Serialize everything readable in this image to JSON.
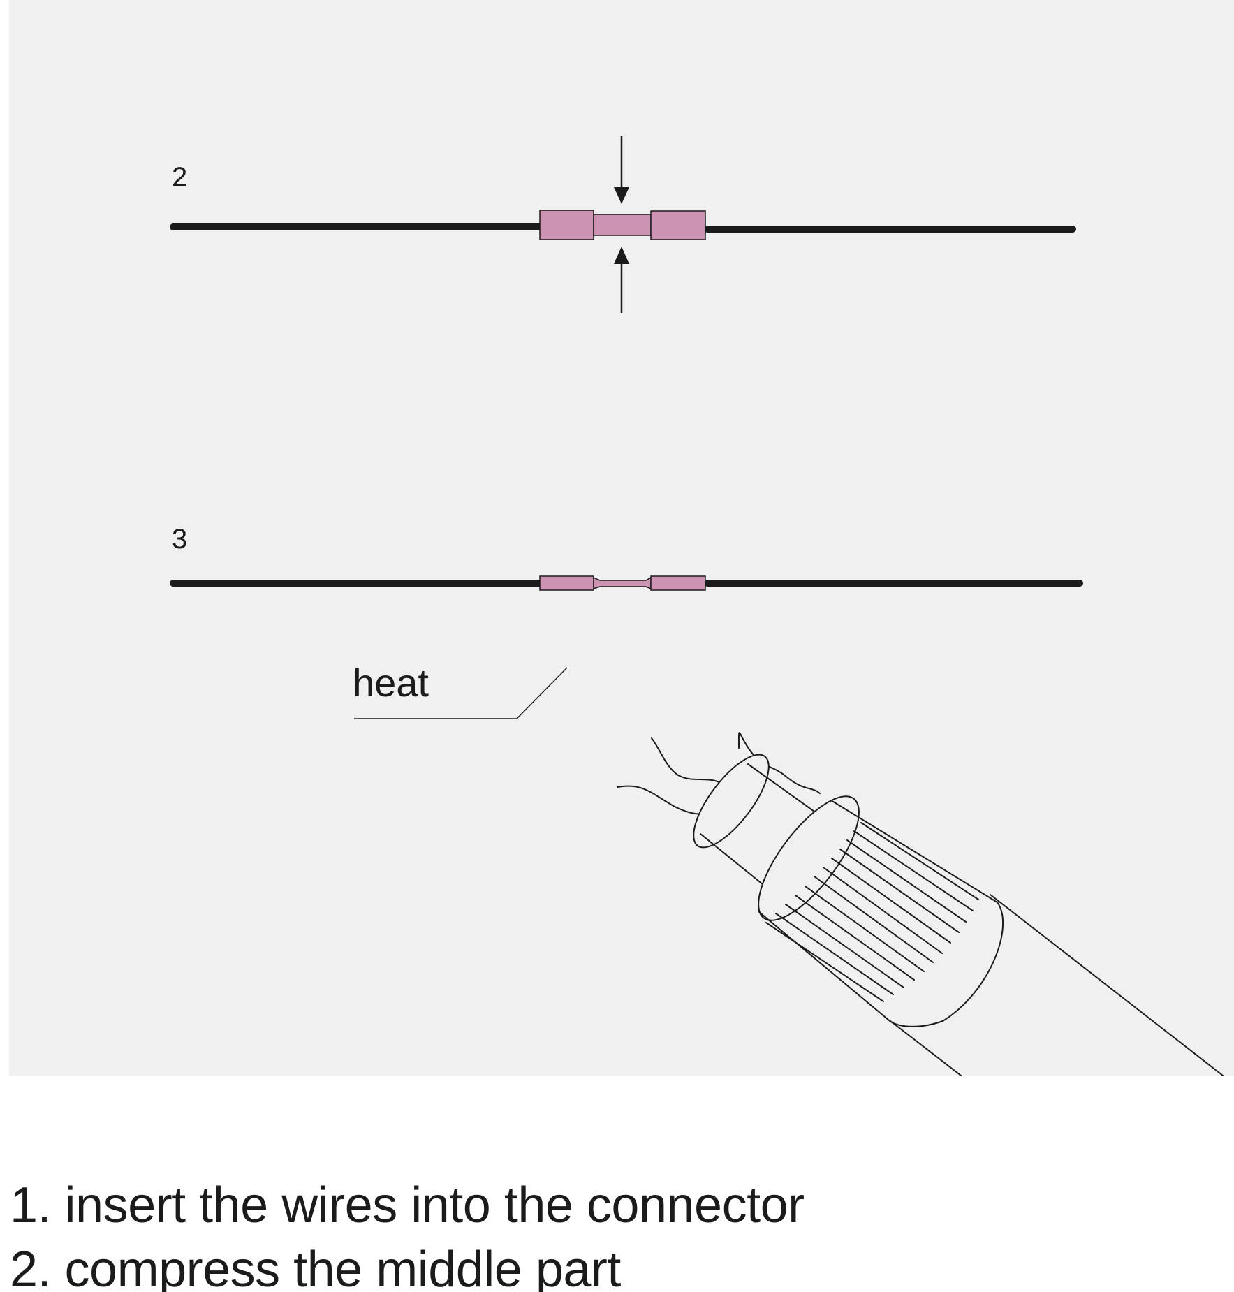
{
  "diagram": {
    "step_2_label": "2",
    "step_3_label": "3",
    "heat_label": "heat"
  },
  "colors": {
    "panel_background": "#eff0ef",
    "connector_fill": "#cd93b3",
    "wire": "#1b1b1b",
    "outline": "#1b1b1b"
  },
  "instructions": [
    "1. insert the wires into the connector",
    "2. compress the middle part"
  ]
}
